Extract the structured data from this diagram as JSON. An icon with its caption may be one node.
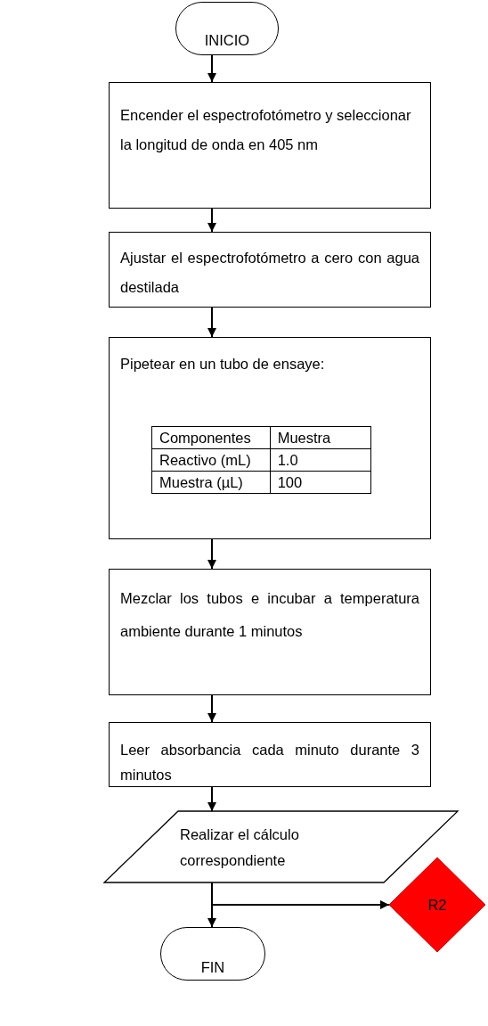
{
  "diagram": {
    "nodes": [
      {
        "text": [
          "INICIO"
        ]
      },
      {
        "text": [
          "Encender el espectrofotómetro y seleccionar la longitud de onda en 405 nm"
        ]
      },
      {
        "text": [
          "Ajustar el espectrofotómetro a cero con agua destilada"
        ]
      },
      {
        "text": [
          "Pipetear en un tubo de ensaye:"
        ]
      },
      {
        "text": [
          "Mezclar los tubos e incubar a temperatura ambiente durante 1 minutos"
        ]
      },
      {
        "text": [
          "Leer absorbancia cada minuto durante 3 minutos"
        ]
      },
      {
        "text": [
          "Realizar el cálculo correspondiente"
        ]
      },
      {
        "text": [
          "R2"
        ]
      },
      {
        "text": [
          "FIN"
        ]
      }
    ],
    "edges": [
      {
        "from": 0,
        "to": 1,
        "arrow": "to"
      },
      {
        "from": 1,
        "to": 2,
        "arrow": "to"
      },
      {
        "from": 2,
        "to": 3,
        "arrow": "to"
      },
      {
        "from": 3,
        "to": 4,
        "arrow": "to"
      },
      {
        "from": 4,
        "to": 5,
        "arrow": "to"
      },
      {
        "from": 5,
        "to": 6,
        "arrow": "to"
      },
      {
        "from": 6,
        "to": 8,
        "arrow": "to"
      },
      {
        "from": 6,
        "to": 7,
        "arrow": "to"
      }
    ],
    "labels": [
      "Componentes",
      "Muestra",
      "Reactivo (mL)",
      "1.0",
      "Muestra (µL)",
      "100"
    ]
  }
}
